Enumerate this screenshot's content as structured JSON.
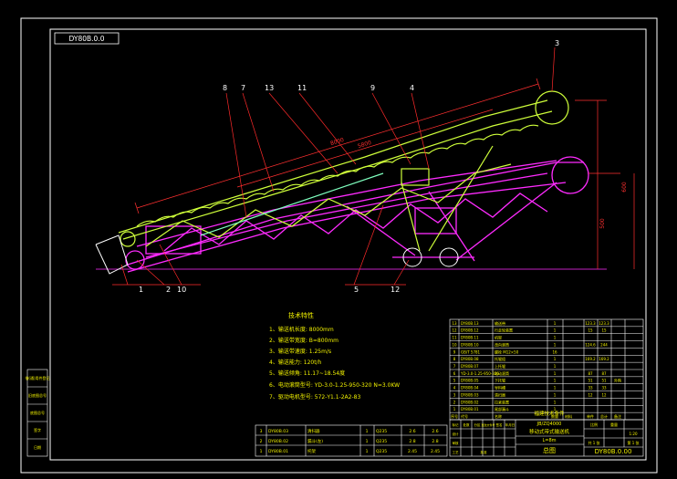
{
  "drawing_code_stamp": "DY80B.0.0",
  "colors": {
    "background": "#000000",
    "frame": "#ffffff",
    "conveyor_upper": "#cfff3a",
    "conveyor_lower": "#ff2bff",
    "leader": "#ff2a2a",
    "dimension": "#ff3030",
    "table_line": "#ffffff",
    "table_text": "#f2f200"
  },
  "balloons": {
    "b1": "1",
    "b2": "2",
    "b10": "10",
    "b5": "5",
    "b12": "12",
    "b8": "8",
    "b7": "7",
    "b13": "13",
    "b11": "11",
    "b9": "9",
    "b4": "4",
    "b3": "3"
  },
  "dimensions": {
    "overall_length": "8000",
    "mid_length": "5800",
    "left_height": "500",
    "right_height": "600"
  },
  "tech_spec": {
    "title": "技术特性",
    "items": [
      "1、输送机长度:   8000mm",
      "2、输送带宽度:   B=800mm",
      "3、输送带速度:   1.25m/s",
      "4、输送能力:   120t/h",
      "5、输送倾角:   11.17~18.54度",
      "6、电动滚筒型号:   YD-3.0-1.25-950-320  N=3.0KW",
      "7、驱动电机型号:   572-Y1.1-2A2-83"
    ]
  },
  "parts_list": {
    "rows": [
      [
        "13",
        "DY80B.13",
        "输送带",
        "1",
        "",
        "123.3",
        "123.3",
        ""
      ],
      [
        "12",
        "DY80B.12",
        "行走轮装置",
        "1",
        "",
        "15",
        "15",
        ""
      ],
      [
        "11",
        "DY80B.11",
        "机架",
        "1",
        "",
        "",
        "",
        ""
      ],
      [
        "10",
        "DY80B.10",
        "改向滚筒",
        "1",
        "",
        "124.6",
        "244",
        ""
      ],
      [
        "9",
        "GB/T 5781",
        "螺栓 M12×50",
        "16",
        "",
        "",
        "",
        ""
      ],
      [
        "8",
        "DY80B.08",
        "托辊组",
        "1",
        "",
        "169.2",
        "169.2",
        ""
      ],
      [
        "7",
        "DY80B.07",
        "上托辊",
        "1",
        "",
        "",
        "",
        ""
      ],
      [
        "6",
        "YD-3.0-1.25-950-320",
        "电动滚筒",
        "1",
        "",
        "87",
        "87",
        ""
      ],
      [
        "5",
        "DY80B.05",
        "下托辊",
        "1",
        "",
        "51",
        "51",
        "外购"
      ],
      [
        "4",
        "DY80B.04",
        "导料槽",
        "1",
        "",
        "33",
        "33",
        ""
      ],
      [
        "3",
        "DY80B.03",
        "清扫器",
        "1",
        "",
        "12",
        "12",
        ""
      ],
      [
        "2",
        "DY80B.02",
        "拉紧装置",
        "1",
        "",
        "",
        "",
        ""
      ],
      [
        "1",
        "DY80B.01",
        "尾部漏斗",
        "1",
        "",
        "",
        "",
        ""
      ]
    ],
    "header": [
      "序号",
      "代号",
      "名称",
      "数量",
      "材料",
      "单件",
      "总计",
      "备注"
    ]
  },
  "title_block": {
    "institute": "福建技术条件",
    "standard": "JB/ZQ4000",
    "product_name": "移动式带式输送机",
    "spec_line": "L=8m",
    "drawing_type": "总图",
    "drawing_code": "DY80B.0.00",
    "scale_label": "比例",
    "scale_value": "1:20",
    "weight_label": "重量",
    "sheet_label": "共 1 张",
    "sheet_no": "第 1 张",
    "header_cells": [
      "标记",
      "处数",
      "分区",
      "更改文件号",
      "签名",
      "年月日"
    ],
    "role_labels": [
      "设计",
      "审核",
      "工艺",
      "批准"
    ]
  },
  "lower_table": {
    "rows": [
      [
        "3",
        "DY80B.03",
        "清扫器",
        "1",
        "Q235",
        "2.6",
        "2.6"
      ],
      [
        "2",
        "DY80B.02",
        "漏斗(左)",
        "1",
        "Q235",
        "2.8",
        "2.8"
      ],
      [
        "1",
        "DY80B.01",
        "托架",
        "1",
        "Q235",
        "2.45",
        "2.45"
      ]
    ]
  },
  "side_table": {
    "labels": [
      "借(通)用件登记",
      "旧底图总号",
      "底图总号",
      "签字",
      "日期"
    ]
  }
}
